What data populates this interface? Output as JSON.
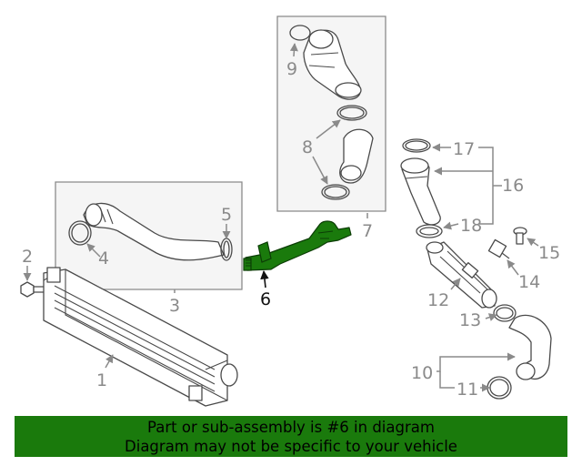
{
  "callouts": {
    "c1": "1",
    "c2": "2",
    "c3": "3",
    "c4": "4",
    "c5": "5",
    "c6": "6",
    "c7": "7",
    "c8": "8",
    "c9": "9",
    "c10": "10",
    "c11": "11",
    "c12": "12",
    "c13": "13",
    "c14": "14",
    "c15": "15",
    "c16": "16",
    "c17": "17",
    "c18": "18"
  },
  "highlight": {
    "part_number": "6",
    "color": "#1a7a0c"
  },
  "banner": {
    "line1": "Part or sub-assembly is #6 in diagram",
    "line2": "Diagram may not be specific to your vehicle",
    "background": "#1a7a0c"
  }
}
